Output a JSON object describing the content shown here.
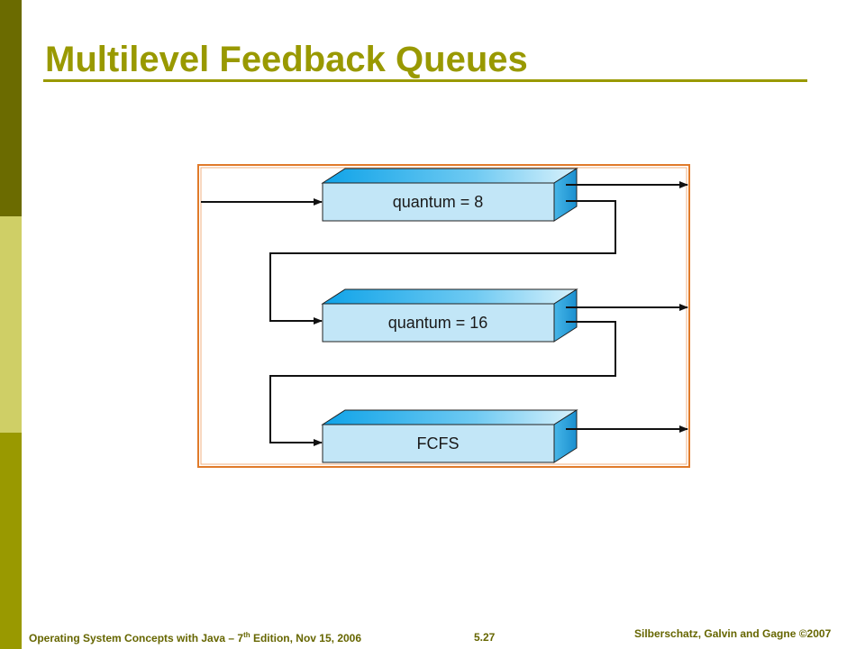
{
  "slide": {
    "title": "Multilevel Feedback Queues"
  },
  "diagram": {
    "queues": [
      {
        "label": "quantum = 8"
      },
      {
        "label": "quantum = 16"
      },
      {
        "label": "FCFS"
      }
    ],
    "colors": {
      "box_face": "#c2e6f7",
      "box_top": "#2ab4ef",
      "box_side": "#1a9ad8",
      "frame": "#e07a2a",
      "arrows": "#111111"
    }
  },
  "footer": {
    "left_prefix": "Operating System Concepts with Java – 7",
    "left_sup": "th",
    "left_suffix": " Edition, Nov 15, 2006",
    "page": "5.27",
    "right": "Silberschatz, Galvin and Gagne ©2007"
  },
  "theme": {
    "accent": "#999900",
    "sidebar_dark": "#6b6b00",
    "sidebar_light": "#cfcf66"
  }
}
